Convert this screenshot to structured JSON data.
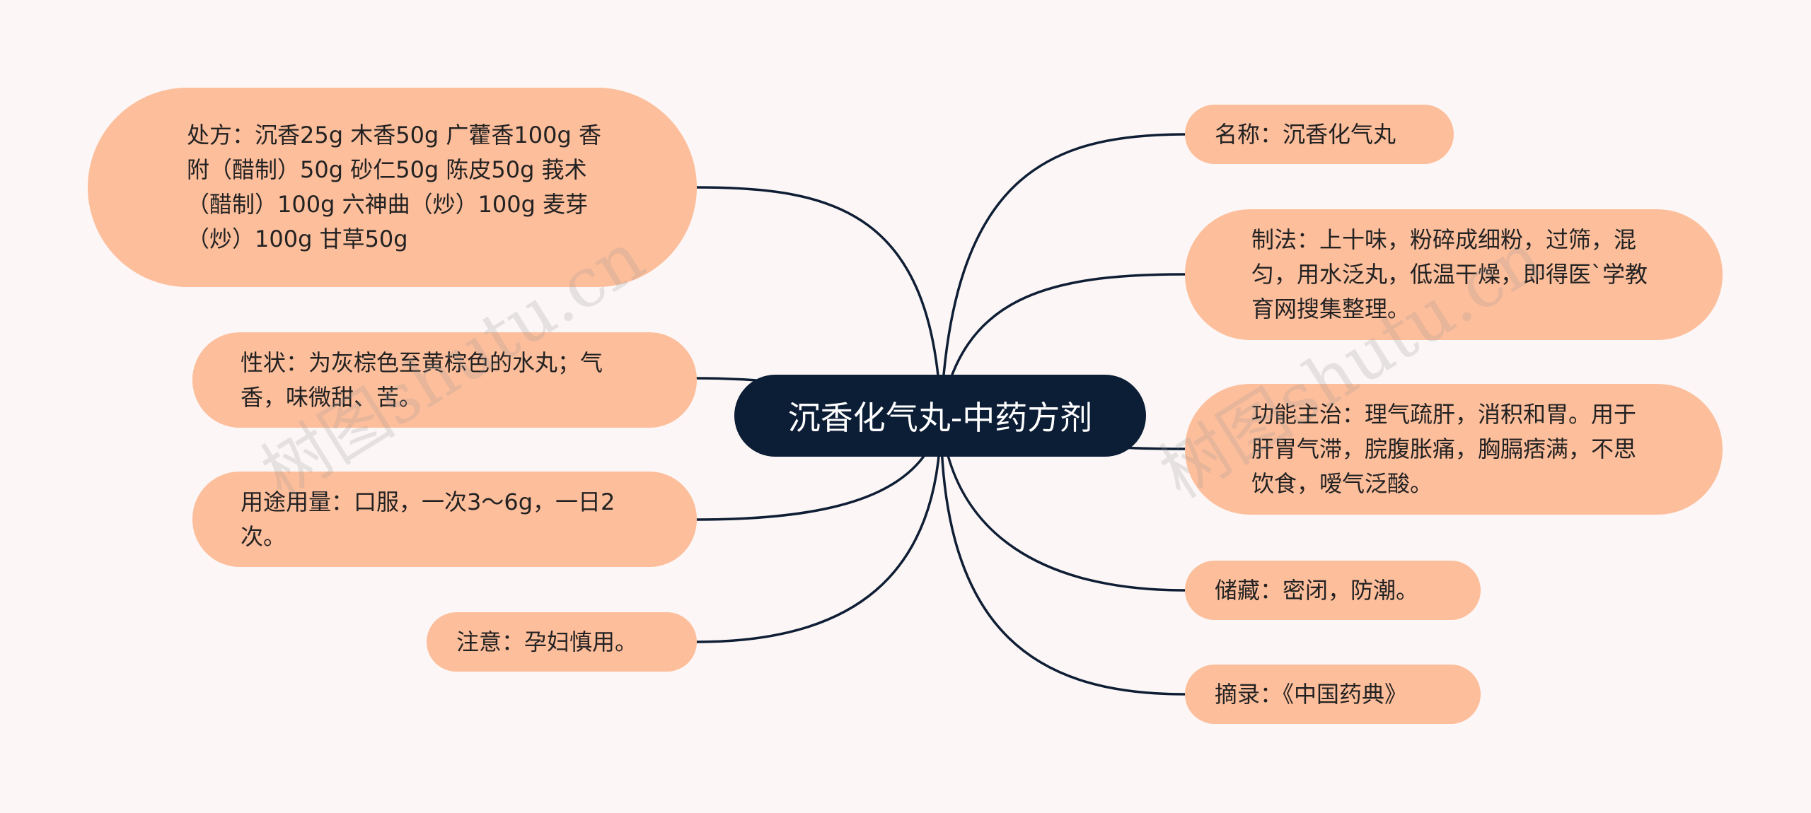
{
  "root": {
    "title": "沉香化气丸-中药方剂"
  },
  "left_nodes": [
    {
      "text": "处方：沉香25g 木香50g 广藿香100g 香附（醋制）50g 砂仁50g 陈皮50g 莪术（醋制）100g 六神曲（炒）100g 麦芽（炒）100g 甘草50g"
    },
    {
      "text": "性状：为灰棕色至黄棕色的水丸；气香，味微甜、苦。"
    },
    {
      "text": "用途用量：口服，一次3～6g，一日2次。"
    },
    {
      "text": "注意：孕妇慎用。"
    }
  ],
  "right_nodes": [
    {
      "text": "名称：沉香化气丸"
    },
    {
      "text": "制法：上十味，粉碎成细粉，过筛，混匀，用水泛丸，低温干燥，即得医`学教育网搜集整理。"
    },
    {
      "text": "功能主治：理气疏肝，消积和胃。用于肝胃气滞，脘腹胀痛，胸膈痞满，不思饮食，嗳气泛酸。"
    },
    {
      "text": "储藏：密闭，防潮。"
    },
    {
      "text": "摘录：《中国药典》"
    }
  ],
  "watermarks": [
    "树图shutu.cn",
    "树图shutu.cn"
  ],
  "colors": {
    "background": "#fcf7f6",
    "root_fill": "#0c1d36",
    "node_fill": "#fdbe9c",
    "connector": "#0f1e35"
  }
}
